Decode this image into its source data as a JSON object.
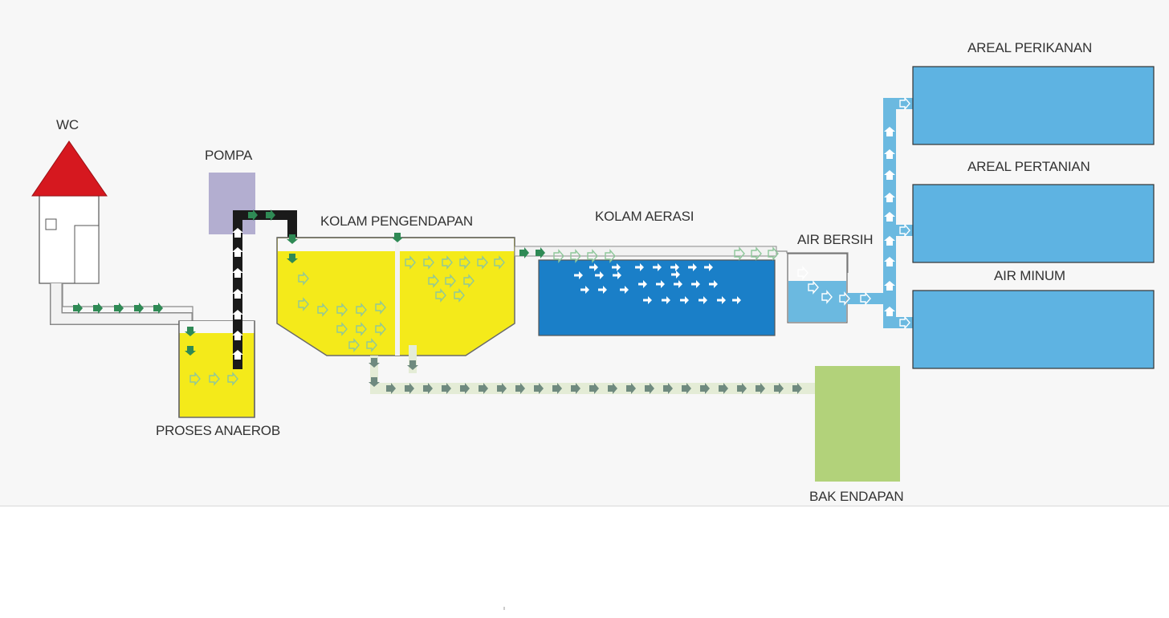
{
  "diagram": {
    "labels": {
      "wc": "WC",
      "pompa": "POMPA",
      "proses_anaerob": "PROSES ANAEROB",
      "kolam_pengendapan": "KOLAM PENGENDAPAN",
      "kolam_aerasi": "KOLAM AERASI",
      "air_bersih": "AIR BERSIH",
      "areal_perikanan": "AREAL PERIKANAN",
      "areal_pertanian": "AREAL PERTANIAN",
      "air_minum": "AIR MINUM",
      "bak_endapan": "BAK ENDAPAN"
    },
    "colors": {
      "house_roof": "#d6181f",
      "house_wall": "#ffffff",
      "tank_yellow": "#f4ea1a",
      "pump": "#b3aed0",
      "aeration_water": "#1a7fc8",
      "clean_water": "#6bb9e0",
      "field_blue": "#5eb3e2",
      "sludge_green": "#b2d27a",
      "pipe_grey": "#f2f2f2",
      "pipe_outline": "#8a8a8a",
      "pump_pipe": "#1a1a1a",
      "arrow_green": "#2f8a55",
      "arrow_grey": "#6f8a7f",
      "arrow_light": "#a5d3b0"
    }
  }
}
